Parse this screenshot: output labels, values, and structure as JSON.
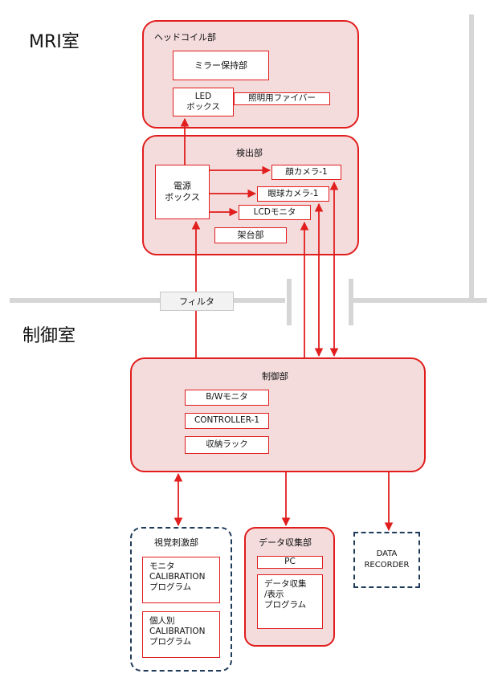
{
  "rooms": {
    "mri": "MRI室",
    "control": "制御室"
  },
  "head_coil": {
    "title": "ヘッドコイル部",
    "mirror": "ミラー保持部",
    "led": "LED\nボックス",
    "fiber": "照明用ファイバー"
  },
  "detector": {
    "title": "検出部",
    "power": "電源\nボックス",
    "face_camera": "顔カメラ-1",
    "eye_camera": "眼球カメラ-1",
    "lcd": "LCDモニタ",
    "mount": "架台部"
  },
  "filter": "フィルタ",
  "control_unit": {
    "title": "制御部",
    "bw_monitor": "B/Wモニタ",
    "controller": "CONTROLLER-1",
    "rack": "収納ラック"
  },
  "visual": {
    "title": "視覚刺激部",
    "monitor_cal": "モニタ\nCALIBRATION\nプログラム",
    "personal_cal": "個人別\nCALIBRATION\nプログラム"
  },
  "data_collection": {
    "title": "データ収集部",
    "pc": "PC",
    "program": "データ収集\n/表示\nプログラム"
  },
  "data_recorder": "DATA\nRECORDER",
  "colors": {
    "red": "#e11d1d",
    "pink_fill": "#f4dcdc",
    "wall": "#d6d6d6",
    "navy": "#1f3b5a"
  }
}
